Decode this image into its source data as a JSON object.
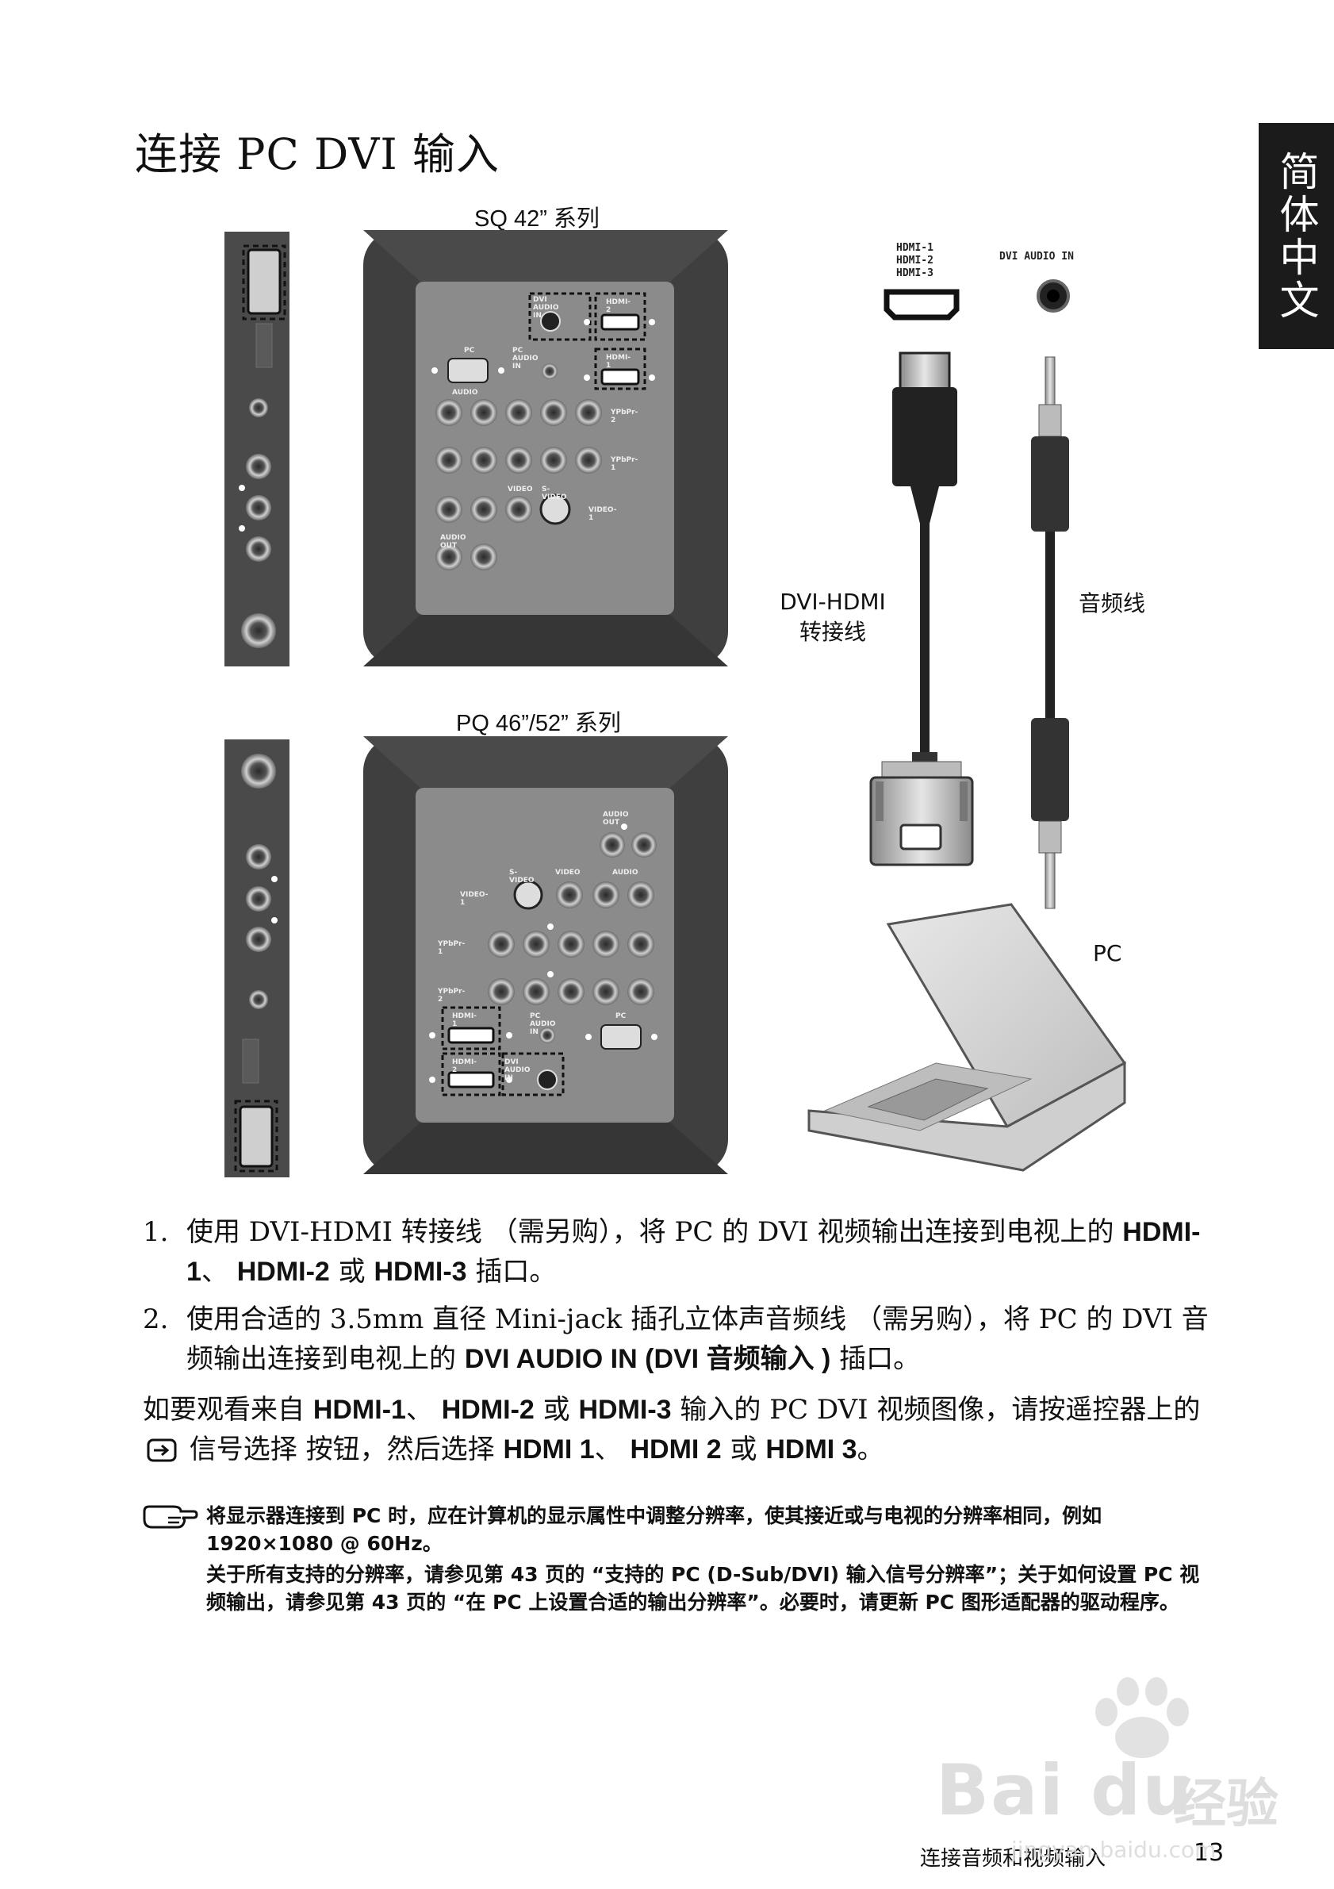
{
  "page": {
    "title": "连接 PC DVI 输入",
    "side_tab": "简体中文",
    "footer_section": "连接音频和视频输入",
    "page_number": "13"
  },
  "figure": {
    "series_top": "SQ 42” 系列",
    "series_bottom": "PQ 46”/52” 系列",
    "hdmi_port_label_lines": [
      "HDMI-1",
      "HDMI-2",
      "HDMI-3"
    ],
    "dvi_audio_port_label": "DVI AUDIO IN",
    "cable_dvi_hdmi_line1": "DVI-HDMI",
    "cable_dvi_hdmi_line2": "转接线",
    "cable_audio": "音频线",
    "pc_label": "PC",
    "panel_top": {
      "dvi_audio_in": "DVI AUDIO IN",
      "hdmi2": "HDMI-2",
      "hdmi1": "HDMI-1",
      "pc": "PC",
      "pc_audio_in": "PC AUDIO IN",
      "ypbpr2": "YPbPr-2",
      "ypbpr1": "YPbPr-1",
      "video1": "VIDEO-1",
      "audio": "AUDIO",
      "audio_out": "AUDIO OUT",
      "video": "VIDEO",
      "svideo": "S-VIDEO"
    },
    "panel_bottom": {
      "audio_out": "AUDIO OUT",
      "svideo": "S-VIDEO",
      "video": "VIDEO",
      "audio": "AUDIO",
      "video1": "VIDEO-1",
      "ypbpr1": "YPbPr-1",
      "ypbpr2": "YPbPr-2",
      "hdmi1": "HDMI-1",
      "hdmi2": "HDMI-2",
      "pc_audio_in": "PC AUDIO IN",
      "pc": "PC",
      "dvi_audio_in": "DVI AUDIO IN"
    }
  },
  "steps": [
    {
      "num": "1.",
      "pre": "使用 DVI-HDMI 转接线 （需另购），将 PC 的 DVI 视频输出连接到电视上的 ",
      "b1": "HDMI-1",
      "mid1": "、 ",
      "b2": "HDMI-2",
      "mid2": " 或 ",
      "b3": "HDMI-3",
      "post": " 插口。"
    },
    {
      "num": "2.",
      "pre": "使用合适的 3.5mm 直径 Mini-jack 插孔立体声音频线 （需另购），将 PC 的 DVI 音频输出连接到电视上的 ",
      "b1": "DVI AUDIO IN (DVI 音频输入 )",
      "post": " 插口。"
    }
  ],
  "paragraph": {
    "pre": "如要观看来自 ",
    "b1": "HDMI-1",
    "mid1": "、 ",
    "b2": "HDMI-2",
    "mid2": " 或 ",
    "b3": "HDMI-3",
    "mid3": " 输入的 PC DVI 视频图像，请按遥控器上的",
    "icon": "source-icon",
    "mid4": " 信号选择 按钮，然后选择 ",
    "b4": "HDMI 1",
    "mid5": "、 ",
    "b5": "HDMI 2",
    "mid6": " 或 ",
    "b6": "HDMI 3",
    "post": "。"
  },
  "note": {
    "icon": "pointing-hand-icon",
    "line1": "将显示器连接到 PC 时，应在计算机的显示属性中调整分辨率，使其接近或与电视的分辨率相同，例如 1920×1080 @ 60Hz。",
    "line2": "关于所有支持的分辨率，请参见第 43 页的 “支持的 PC (D-Sub/DVI) 输入信号分辨率”；关于如何设置 PC 视频输出，请参见第 43 页的 “在 PC 上设置合适的输出分辨率”。必要时，请更新 PC 图形适配器的驱动程序。"
  },
  "watermark": {
    "brand": "Bai du",
    "suffix": "经验",
    "url": "jingyan.baidu.com"
  }
}
